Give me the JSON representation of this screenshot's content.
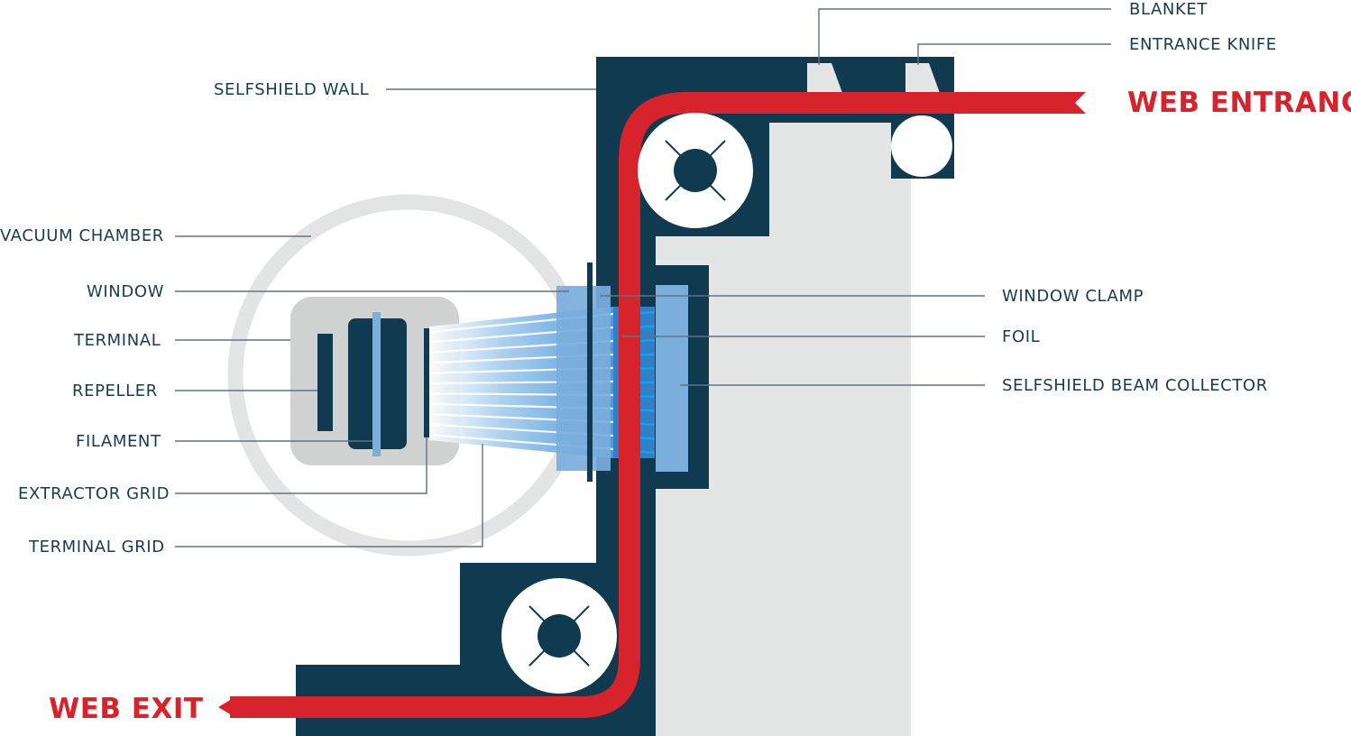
{
  "labels": {
    "blanket": "BLANKET",
    "entrance_knife": "ENTRANCE KNIFE",
    "selfshield_wall": "SELFSHIELD WALL",
    "web_entrance": "WEB ENTRANCE",
    "vacuum_chamber": "VACUUM CHAMBER",
    "window": "WINDOW",
    "terminal": "TERMINAL",
    "repeller": "REPELLER",
    "filament": "FILAMENT",
    "extractor_grid": "EXTRACTOR GRID",
    "terminal_grid": "TERMINAL GRID",
    "window_clamp": "WINDOW CLAMP",
    "foil": "FOIL",
    "selfshield_beam_collector": "SELFSHIELD BEAM COLLECTOR",
    "web_exit": "WEB EXIT"
  },
  "colors": {
    "navy": "#0f3a4f",
    "web_red": "#d6232c",
    "light_gray": "#e4e6e6",
    "chamber_ring": "#e3e5e5",
    "gun_body": "#d0d2d2",
    "beam_blue": "#5aa0dc",
    "window_blue": "#7aaedc",
    "leader_line": "#5e7584"
  }
}
